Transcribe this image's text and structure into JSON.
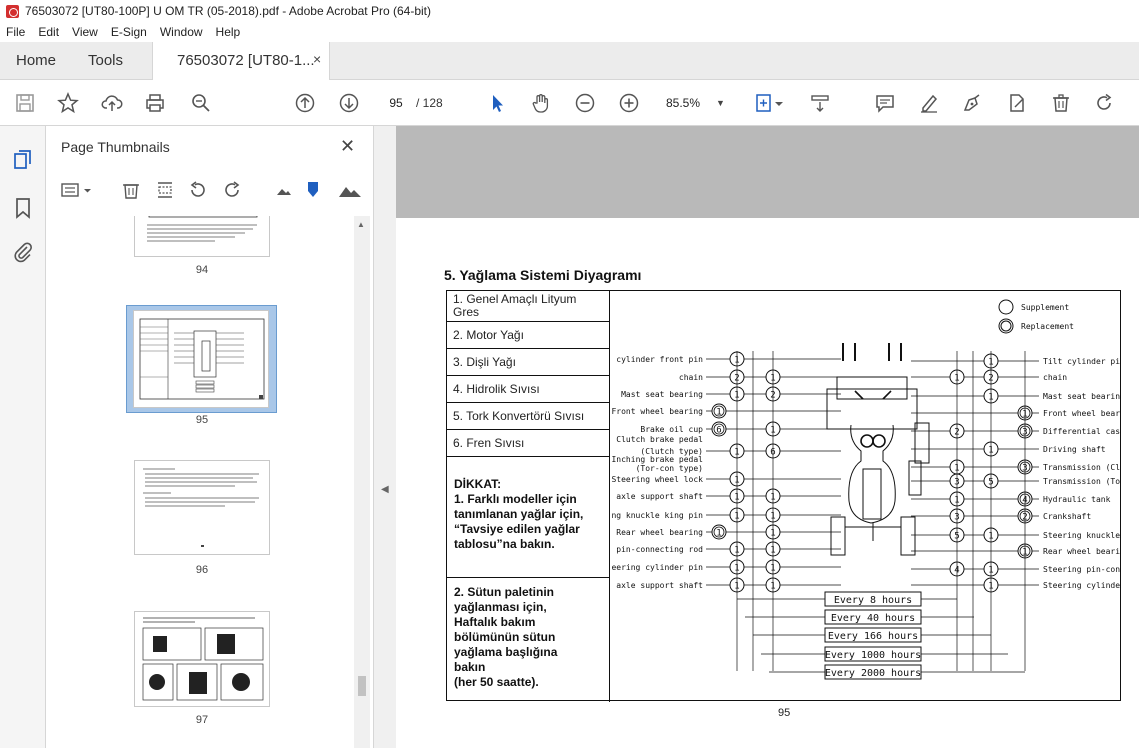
{
  "window": {
    "title": "76503072 [UT80-100P] U OM TR (05-2018).pdf - Adobe Acrobat Pro (64-bit)"
  },
  "menu": [
    "File",
    "Edit",
    "View",
    "E-Sign",
    "Window",
    "Help"
  ],
  "tabs": {
    "home": "Home",
    "tools": "Tools",
    "document": "76503072 [UT80-1...",
    "close": "×"
  },
  "toolbar": {
    "page_current": "95",
    "page_total": "/  128",
    "zoom": "85.5%"
  },
  "thumbnails": {
    "title": "Page Thumbnails",
    "pages": [
      "94",
      "95",
      "96",
      "97"
    ],
    "selected": "95"
  },
  "document": {
    "heading": "5. Yağlama Sistemi Diyagramı",
    "lubricants": [
      "1. Genel Amaçlı Lityum Gres",
      "2. Motor Yağı",
      "3. Dişli Yağı",
      "4. Hidrolik Sıvısı",
      "5. Tork Konvertörü Sıvısı",
      "6. Fren Sıvısı"
    ],
    "notice1": [
      "DİKKAT:",
      "1. Farklı modeller için",
      "tanımlanan yağlar için,",
      "“Tavsiye edilen yağlar",
      "tablosu”na bakın."
    ],
    "notice2": [
      "2. Sütun paletinin",
      "yağlanması için,",
      "Haftalık bakım",
      "bölümünün sütun",
      "yağlama başlığına",
      "bakın",
      "(her 50 saatte)."
    ],
    "page_number": "95",
    "legend": {
      "supplement": "Supplement",
      "replacement": "Replacement"
    },
    "left_points": [
      {
        "label": "Tilt cylinder front pin",
        "code": "1",
        "kind": "s"
      },
      {
        "label": "chain",
        "code": "2",
        "kind": "s"
      },
      {
        "label": "Mast seat bearing",
        "code": "1",
        "kind": "s"
      },
      {
        "label": "Front wheel bearing",
        "code": "1",
        "kind": "r"
      },
      {
        "label": "Brake oil cup",
        "code": "6",
        "kind": "r"
      },
      {
        "label": "Clutch brake pedal",
        "code": "",
        "kind": ""
      },
      {
        "label": "(Clutch type)",
        "code": "1",
        "kind": "s"
      },
      {
        "label": "Inching brake pedal",
        "code": "",
        "kind": ""
      },
      {
        "label": "(Tor-con type)",
        "code": "",
        "kind": ""
      },
      {
        "label": "Steering wheel lock",
        "code": "1",
        "kind": "s"
      },
      {
        "label": "Steering axle support shaft",
        "code": "1",
        "kind": "s"
      },
      {
        "label": "Steering knuckle king pin",
        "code": "1",
        "kind": "s"
      },
      {
        "label": "Rear wheel bearing",
        "code": "1",
        "kind": "r"
      },
      {
        "label": "Steering pin-connecting rod",
        "code": "1",
        "kind": "s"
      },
      {
        "label": "Steering cylinder pin",
        "code": "1",
        "kind": "s"
      },
      {
        "label": "Steering axle support shaft",
        "code": "1",
        "kind": "s"
      }
    ],
    "right_points": [
      {
        "label": "Tilt cylinder pin",
        "code": "1",
        "kind": "s"
      },
      {
        "label": "chain",
        "code": "2",
        "kind": "s"
      },
      {
        "label": "Mast seat bearing",
        "code": "1",
        "kind": "s"
      },
      {
        "label": "Front wheel bearing",
        "code": "1",
        "kind": "r"
      },
      {
        "label": "Differential case",
        "code": "3",
        "kind": "r"
      },
      {
        "label": "Driving shaft",
        "code": "1",
        "kind": "s"
      },
      {
        "label": "Transmission (Clutch type)",
        "code": "3",
        "kind": "r"
      },
      {
        "label": "Transmission (Tor-con type)",
        "code": "5",
        "kind": "s"
      },
      {
        "label": "Hydraulic tank",
        "code": "4",
        "kind": "r"
      },
      {
        "label": "Crankshaft",
        "code": "2",
        "kind": "r"
      },
      {
        "label": "Steering knuckle king pin",
        "code": "1",
        "kind": "s"
      },
      {
        "label": "Rear wheel bearing",
        "code": "1",
        "kind": "r"
      },
      {
        "label": "Steering pin-connecting rod",
        "code": "1",
        "kind": "s"
      },
      {
        "label": "Steering cylinder pin",
        "code": "1",
        "kind": "s"
      }
    ],
    "inner_codes": {
      "left": [
        "1",
        "2",
        "1",
        "6",
        "1",
        "1",
        "1",
        "1",
        "1",
        "1",
        "1"
      ],
      "right": [
        "1",
        "2",
        "1",
        "3",
        "1",
        "3",
        "5",
        "4",
        "2",
        "1",
        "1",
        "1"
      ]
    },
    "intervals": [
      "Every  8  hours",
      "Every  40  hours",
      "Every  166  hours",
      "Every  1000  hours",
      "Every  2000  hours"
    ]
  }
}
